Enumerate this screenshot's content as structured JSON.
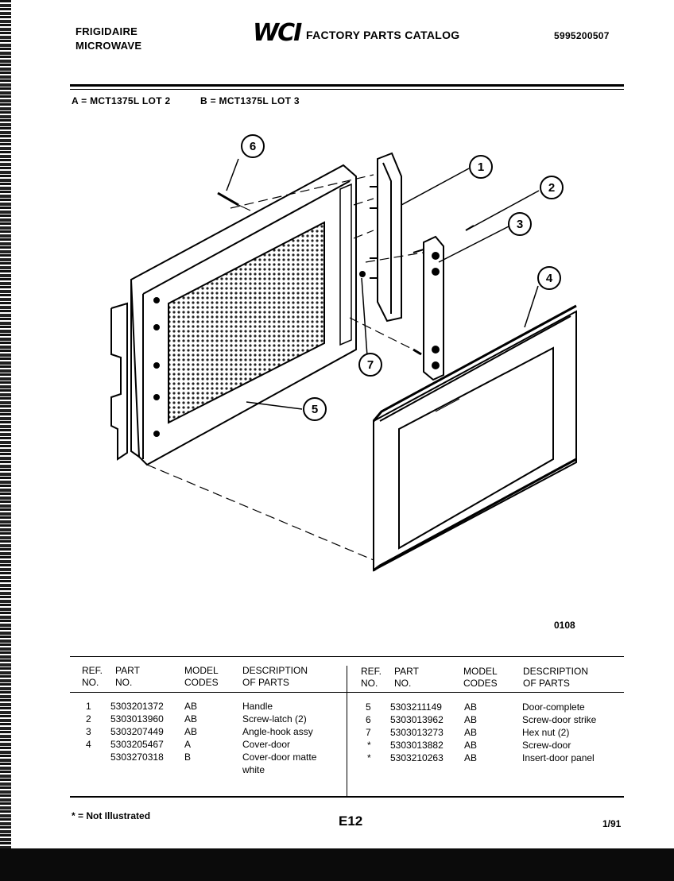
{
  "header": {
    "brand_line1": "FRIGIDAIRE",
    "brand_line2": "MICROWAVE",
    "logo_text": "WCI",
    "catalog_title": "FACTORY PARTS CATALOG",
    "catalog_number": "5995200507"
  },
  "models": {
    "a": "A = MCT1375L LOT 2",
    "b": "B = MCT1375L LOT 3"
  },
  "diagram": {
    "callouts": [
      "1",
      "2",
      "3",
      "4",
      "5",
      "6",
      "7"
    ],
    "figure_code": "0108"
  },
  "table": {
    "headers": {
      "ref_1": "REF.",
      "ref_2": "NO.",
      "part_1": "PART",
      "part_2": "NO.",
      "model_1": "MODEL",
      "model_2": "CODES",
      "desc_1": "DESCRIPTION",
      "desc_2": "OF PARTS"
    },
    "left_rows": [
      {
        "ref": "1",
        "part": "5303201372",
        "model": "AB",
        "desc": "Handle"
      },
      {
        "ref": "2",
        "part": "5303013960",
        "model": "AB",
        "desc": "Screw-latch (2)"
      },
      {
        "ref": "3",
        "part": "5303207449",
        "model": "AB",
        "desc": "Angle-hook assy"
      },
      {
        "ref": "4",
        "part": "5303205467",
        "model": "A",
        "desc": "Cover-door"
      },
      {
        "ref": "",
        "part": "5303270318",
        "model": "B",
        "desc": "Cover-door matte"
      },
      {
        "ref": "",
        "part": "",
        "model": "",
        "desc": "white"
      }
    ],
    "right_rows": [
      {
        "ref": "5",
        "part": "5303211149",
        "model": "AB",
        "desc": "Door-complete"
      },
      {
        "ref": "6",
        "part": "5303013962",
        "model": "AB",
        "desc": "Screw-door strike"
      },
      {
        "ref": "7",
        "part": "5303013273",
        "model": "AB",
        "desc": "Hex nut (2)"
      },
      {
        "ref": "*",
        "part": "5303013882",
        "model": "AB",
        "desc": "Screw-door"
      },
      {
        "ref": "*",
        "part": "5303210263",
        "model": "AB",
        "desc": "Insert-door panel"
      }
    ]
  },
  "footer": {
    "note": "* = Not Illustrated",
    "page_code": "E12",
    "date": "1/91"
  }
}
